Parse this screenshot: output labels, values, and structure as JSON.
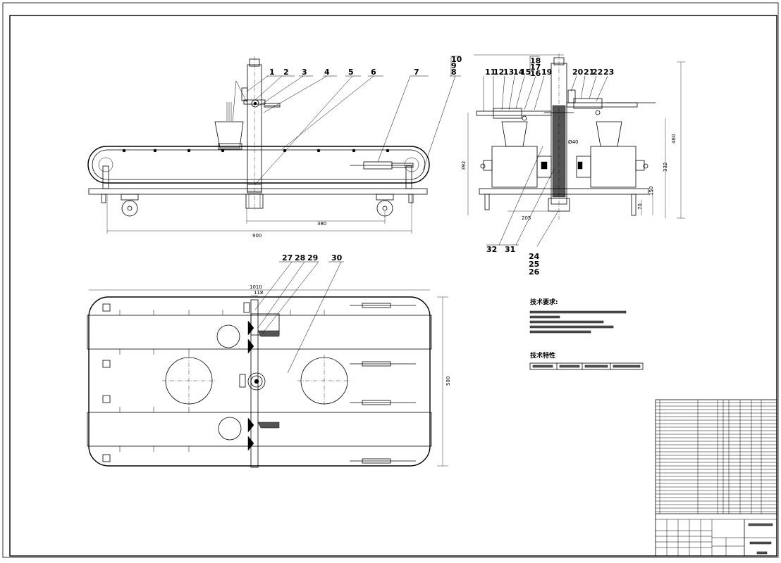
{
  "part_labels_front": [
    "1",
    "2",
    "3",
    "4",
    "5",
    "6",
    "7"
  ],
  "part_labels_stack_top": [
    "10",
    "9",
    "8"
  ],
  "part_labels_side": [
    "11",
    "12",
    "13",
    "14",
    "15",
    "16",
    "19",
    "20",
    "21",
    "22",
    "23"
  ],
  "part_labels_side_stack": [
    "18",
    "17",
    "16"
  ],
  "part_labels_side_bottom": [
    "32",
    "31"
  ],
  "part_labels_side_bottom_stack": [
    "24",
    "25",
    "26"
  ],
  "part_labels_plan": [
    "27",
    "28",
    "29",
    "30"
  ],
  "dims": {
    "front_width": "900",
    "front_wheelbase": "380",
    "side_height_total": "460",
    "side_height_left": "392",
    "side_332": "332",
    "side_150": "150",
    "side_70": "70",
    "side_205": "205",
    "side_shaft": "Ø40",
    "plan_length": "1010",
    "plan_offset": "118",
    "plan_width": "500"
  },
  "notes": {
    "tech_req_title": "技术要求:",
    "tech_spec_title": "技术特性"
  }
}
